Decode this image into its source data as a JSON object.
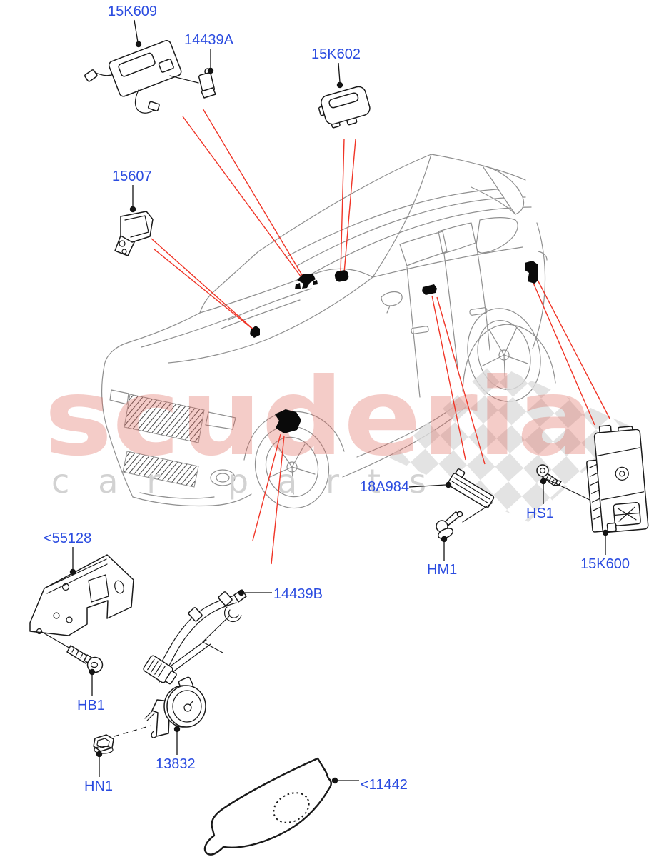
{
  "watermark": {
    "brand_text": "scuderia",
    "subtitle_text": "car parts"
  },
  "colors": {
    "label_blue": "#2b4ce0",
    "red_line": "#f03527",
    "leader_black": "#141414",
    "car_line_gray": "#8f8f8f",
    "part_line": "#1a1a1a",
    "marker_black": "#0a0a0a",
    "watermark_pink": "#e06a5e",
    "watermark_gray": "#d2d2d2",
    "flag_gray": "#dcdcdc"
  },
  "parts": [
    {
      "label": "15K609"
    },
    {
      "label": "14439A"
    },
    {
      "label": "15K602"
    },
    {
      "label": "15607"
    },
    {
      "label": "18A984"
    },
    {
      "label": "HS1"
    },
    {
      "label": "HM1"
    },
    {
      "label": "15K600"
    },
    {
      "label": "<55128"
    },
    {
      "label": "14439B"
    },
    {
      "label": "HB1"
    },
    {
      "label": "HN1"
    },
    {
      "label": "13832"
    },
    {
      "label": "<11442"
    }
  ]
}
